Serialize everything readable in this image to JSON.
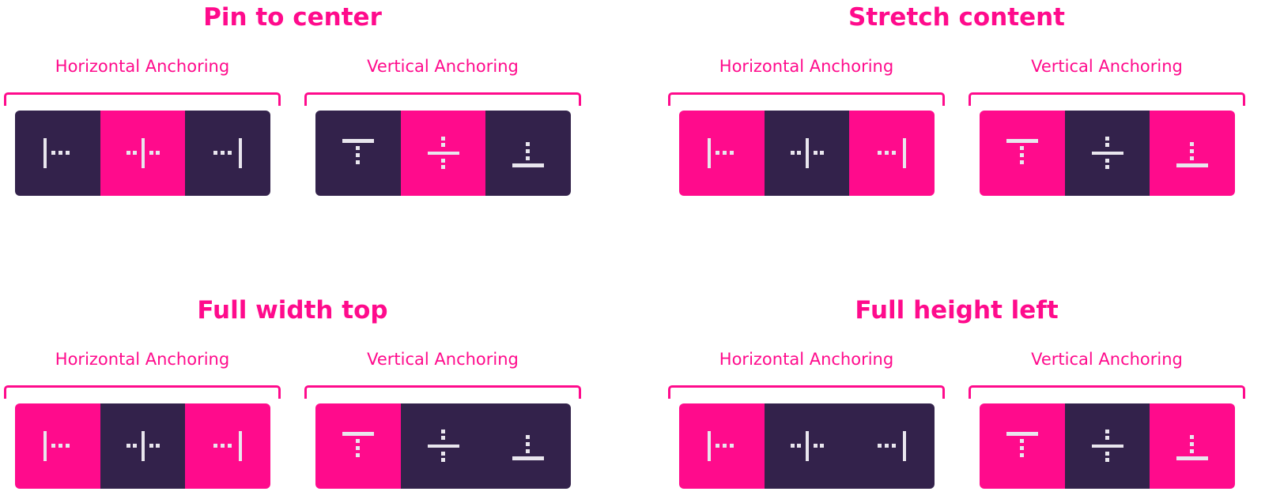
{
  "colors": {
    "accent": "#ff0b8c",
    "inactive": "#33224b",
    "glyph": "#e9e6ee"
  },
  "examples": [
    {
      "title": "Pin to center",
      "horizontal": {
        "label": "Horizontal Anchoring",
        "buttons": [
          {
            "icon": "anchor-left-icon",
            "active": false
          },
          {
            "icon": "anchor-center-horizontal-icon",
            "active": true
          },
          {
            "icon": "anchor-right-icon",
            "active": false
          }
        ]
      },
      "vertical": {
        "label": "Vertical Anchoring",
        "buttons": [
          {
            "icon": "anchor-top-icon",
            "active": false
          },
          {
            "icon": "anchor-center-vertical-icon",
            "active": true
          },
          {
            "icon": "anchor-bottom-icon",
            "active": false
          }
        ]
      }
    },
    {
      "title": "Stretch content",
      "horizontal": {
        "label": "Horizontal Anchoring",
        "buttons": [
          {
            "icon": "anchor-left-icon",
            "active": true
          },
          {
            "icon": "anchor-center-horizontal-icon",
            "active": false
          },
          {
            "icon": "anchor-right-icon",
            "active": true
          }
        ]
      },
      "vertical": {
        "label": "Vertical Anchoring",
        "buttons": [
          {
            "icon": "anchor-top-icon",
            "active": true
          },
          {
            "icon": "anchor-center-vertical-icon",
            "active": false
          },
          {
            "icon": "anchor-bottom-icon",
            "active": true
          }
        ]
      }
    },
    {
      "title": "Full width top",
      "horizontal": {
        "label": "Horizontal Anchoring",
        "buttons": [
          {
            "icon": "anchor-left-icon",
            "active": true
          },
          {
            "icon": "anchor-center-horizontal-icon",
            "active": false
          },
          {
            "icon": "anchor-right-icon",
            "active": true
          }
        ]
      },
      "vertical": {
        "label": "Vertical Anchoring",
        "buttons": [
          {
            "icon": "anchor-top-icon",
            "active": true
          },
          {
            "icon": "anchor-center-vertical-icon",
            "active": false
          },
          {
            "icon": "anchor-bottom-icon",
            "active": false
          }
        ]
      }
    },
    {
      "title": "Full height left",
      "horizontal": {
        "label": "Horizontal Anchoring",
        "buttons": [
          {
            "icon": "anchor-left-icon",
            "active": true
          },
          {
            "icon": "anchor-center-horizontal-icon",
            "active": false
          },
          {
            "icon": "anchor-right-icon",
            "active": false
          }
        ]
      },
      "vertical": {
        "label": "Vertical Anchoring",
        "buttons": [
          {
            "icon": "anchor-top-icon",
            "active": true
          },
          {
            "icon": "anchor-center-vertical-icon",
            "active": false
          },
          {
            "icon": "anchor-bottom-icon",
            "active": true
          }
        ]
      }
    }
  ]
}
